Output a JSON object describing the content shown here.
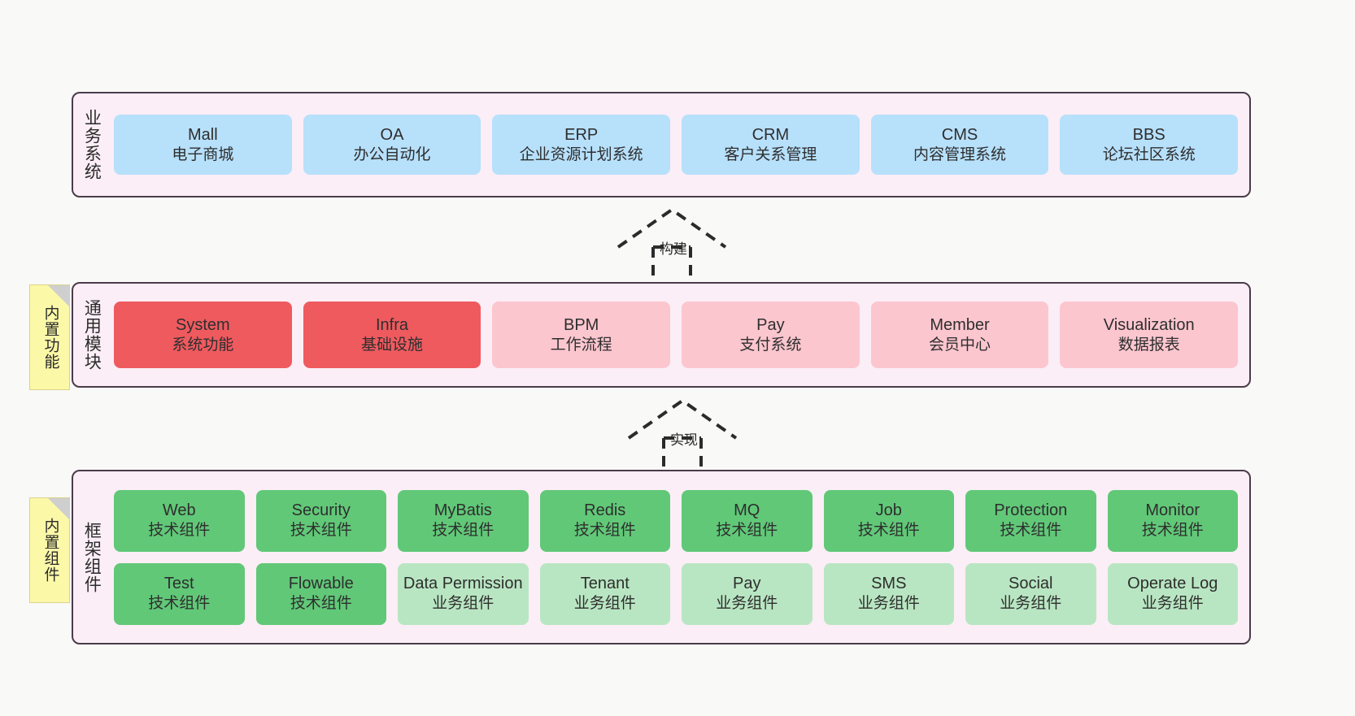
{
  "diagram": {
    "background": "#f9f9f7",
    "layer_fill": "#fbeef6",
    "layer_border": "#4a3c4a"
  },
  "layers": [
    {
      "id": "business-systems",
      "title": "业务系统",
      "cards": [
        {
          "en": "Mall",
          "cn": "电子商城",
          "color": "#b7e0fb"
        },
        {
          "en": "OA",
          "cn": "办公自动化",
          "color": "#b7e0fb"
        },
        {
          "en": "ERP",
          "cn": "企业资源计划系统",
          "color": "#b7e0fb"
        },
        {
          "en": "CRM",
          "cn": "客户关系管理",
          "color": "#b7e0fb"
        },
        {
          "en": "CMS",
          "cn": "内容管理系统",
          "color": "#b7e0fb"
        },
        {
          "en": "BBS",
          "cn": "论坛社区系统",
          "color": "#b7e0fb"
        }
      ]
    },
    {
      "id": "common-modules",
      "title": "通用模块",
      "note": "内置功能",
      "cards": [
        {
          "en": "System",
          "cn": "系统功能",
          "color": "#ef5a5f"
        },
        {
          "en": "Infra",
          "cn": "基础设施",
          "color": "#ef5a5f"
        },
        {
          "en": "BPM",
          "cn": "工作流程",
          "color": "#fcc6cf"
        },
        {
          "en": "Pay",
          "cn": "支付系统",
          "color": "#fcc6cf"
        },
        {
          "en": "Member",
          "cn": "会员中心",
          "color": "#fcc6cf"
        },
        {
          "en": "Visualization",
          "cn": "数据报表",
          "color": "#fcc6cf"
        }
      ]
    },
    {
      "id": "framework-components",
      "title": "框架组件",
      "note": "内置组件",
      "rows": [
        [
          {
            "en": "Web",
            "cn": "技术组件",
            "color": "#61c878"
          },
          {
            "en": "Security",
            "cn": "技术组件",
            "color": "#61c878"
          },
          {
            "en": "MyBatis",
            "cn": "技术组件",
            "color": "#61c878"
          },
          {
            "en": "Redis",
            "cn": "技术组件",
            "color": "#61c878"
          },
          {
            "en": "MQ",
            "cn": "技术组件",
            "color": "#61c878"
          },
          {
            "en": "Job",
            "cn": "技术组件",
            "color": "#61c878"
          },
          {
            "en": "Protection",
            "cn": "技术组件",
            "color": "#61c878"
          },
          {
            "en": "Monitor",
            "cn": "技术组件",
            "color": "#61c878"
          }
        ],
        [
          {
            "en": "Test",
            "cn": "技术组件",
            "color": "#61c878"
          },
          {
            "en": "Flowable",
            "cn": "技术组件",
            "color": "#61c878"
          },
          {
            "en": "Data Permission",
            "cn": "业务组件",
            "color": "#b9e6c2"
          },
          {
            "en": "Tenant",
            "cn": "业务组件",
            "color": "#b9e6c2"
          },
          {
            "en": "Pay",
            "cn": "业务组件",
            "color": "#b9e6c2"
          },
          {
            "en": "SMS",
            "cn": "业务组件",
            "color": "#b9e6c2"
          },
          {
            "en": "Social",
            "cn": "业务组件",
            "color": "#b9e6c2"
          },
          {
            "en": "Operate Log",
            "cn": "业务组件",
            "color": "#b9e6c2"
          }
        ]
      ]
    }
  ],
  "connectors": [
    {
      "id": "build",
      "label": "构建",
      "from": "common-modules",
      "to": "business-systems"
    },
    {
      "id": "implement",
      "label": "实现",
      "from": "framework-components",
      "to": "common-modules"
    }
  ]
}
